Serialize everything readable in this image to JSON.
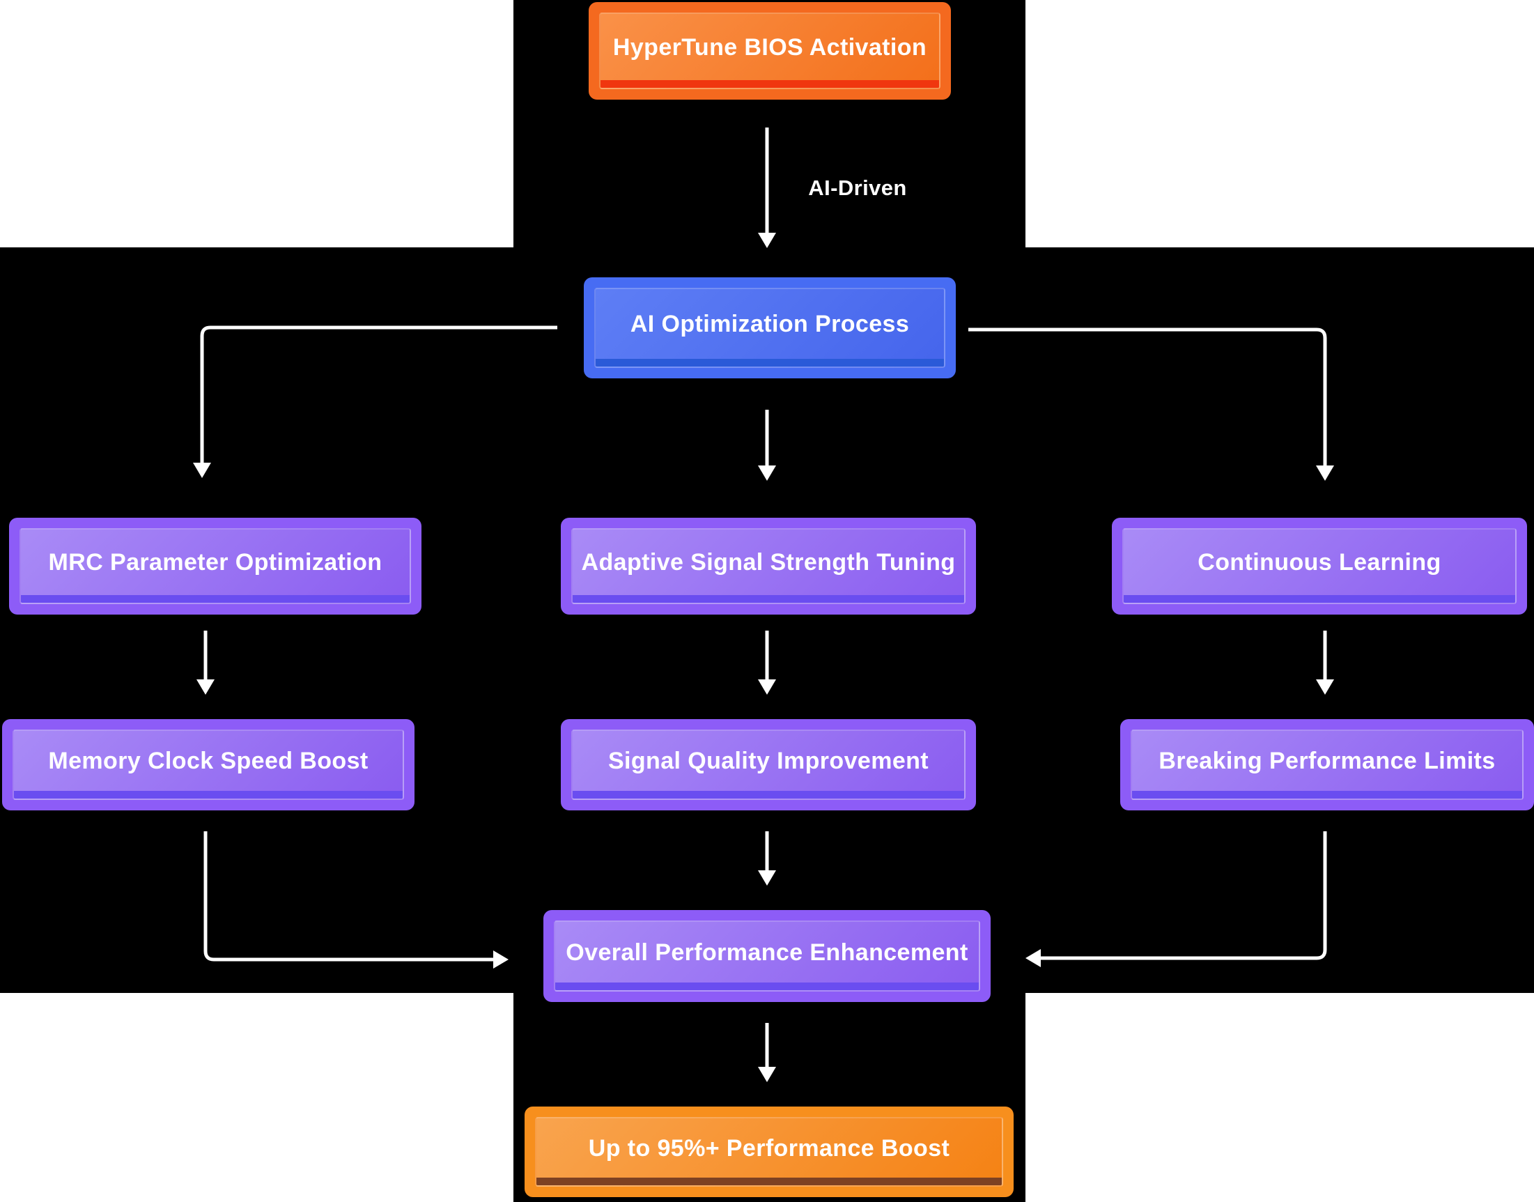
{
  "diagram": {
    "type": "flowchart",
    "direction": "top-down",
    "background_color": "#000000",
    "page_background_color": "#ffffff",
    "arrow_color": "#ffffff",
    "text_color": "#ffffff",
    "nodes": {
      "hypertune": {
        "label": "HyperTune BIOS Activation",
        "theme": "orange",
        "fill": "#f4691f",
        "accent_strip": "#f0360f"
      },
      "ai_process": {
        "label": "AI Optimization Process",
        "theme": "blue",
        "fill": "#476cf3",
        "accent_strip": "#2a5ad8"
      },
      "mrc": {
        "label": "MRC Parameter Optimization",
        "theme": "purple",
        "fill": "#8d5cf7",
        "accent_strip": "#6a4df0"
      },
      "adaptive": {
        "label": "Adaptive Signal Strength Tuning",
        "theme": "purple",
        "fill": "#8d5cf7",
        "accent_strip": "#6a4df0"
      },
      "continuous": {
        "label": "Continuous Learning",
        "theme": "purple",
        "fill": "#8d5cf7",
        "accent_strip": "#6a4df0"
      },
      "memory": {
        "label": "Memory Clock Speed Boost",
        "theme": "purple",
        "fill": "#8d5cf7",
        "accent_strip": "#6a4df0"
      },
      "signal": {
        "label": "Signal Quality Improvement",
        "theme": "purple",
        "fill": "#8d5cf7",
        "accent_strip": "#6a4df0"
      },
      "breaking": {
        "label": "Breaking Performance Limits",
        "theme": "purple",
        "fill": "#8d5cf7",
        "accent_strip": "#6a4df0"
      },
      "overall": {
        "label": "Overall Performance Enhancement",
        "theme": "purple",
        "fill": "#8d5cf7",
        "accent_strip": "#6a4df0"
      },
      "boost": {
        "label": "Up to 95%+ Performance Boost",
        "theme": "orange-gold",
        "fill": "#f78f1d",
        "accent_strip": "#7d4122"
      }
    },
    "edges": {
      "ai_driven": {
        "from": "hypertune",
        "to": "ai_process",
        "label": "AI-Driven"
      },
      "e2": {
        "from": "ai_process",
        "to": "mrc",
        "label": ""
      },
      "e3": {
        "from": "ai_process",
        "to": "adaptive",
        "label": ""
      },
      "e4": {
        "from": "ai_process",
        "to": "continuous",
        "label": ""
      },
      "e5": {
        "from": "mrc",
        "to": "memory",
        "label": ""
      },
      "e6": {
        "from": "adaptive",
        "to": "signal",
        "label": ""
      },
      "e7": {
        "from": "continuous",
        "to": "breaking",
        "label": ""
      },
      "e8": {
        "from": "memory",
        "to": "overall",
        "label": ""
      },
      "e9": {
        "from": "signal",
        "to": "overall",
        "label": ""
      },
      "e10": {
        "from": "breaking",
        "to": "overall",
        "label": ""
      },
      "e11": {
        "from": "overall",
        "to": "boost",
        "label": ""
      }
    }
  }
}
